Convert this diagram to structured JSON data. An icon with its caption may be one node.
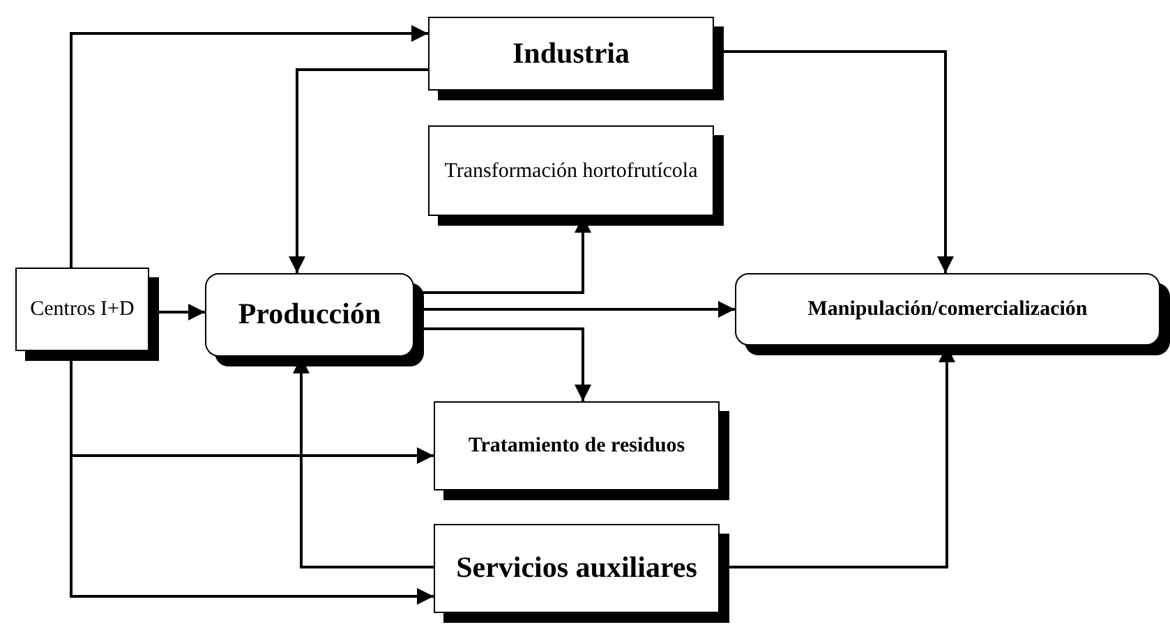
{
  "diagram": {
    "nodes": [
      {
        "text": [
          "Industria"
        ]
      },
      {
        "text": [
          "Transformación hortofrutícola"
        ]
      },
      {
        "text": [
          "Centros I+D"
        ]
      },
      {
        "text": [
          "Producción"
        ]
      },
      {
        "text": [
          "Manipulación/comercialización"
        ]
      },
      {
        "text": [
          "Tratamiento de residuos"
        ]
      },
      {
        "text": [
          "Servicios auxiliares"
        ]
      }
    ],
    "edges": [
      {
        "from": 2,
        "to": 0,
        "arrow": "to"
      },
      {
        "from": 0,
        "to": 3,
        "arrow": "to"
      },
      {
        "from": 0,
        "to": 4,
        "arrow": "to"
      },
      {
        "from": 2,
        "to": 3,
        "arrow": "to"
      },
      {
        "from": 3,
        "to": 1,
        "arrow": "to"
      },
      {
        "from": 3,
        "to": 4,
        "arrow": "to"
      },
      {
        "from": 3,
        "to": 5,
        "arrow": "to"
      },
      {
        "from": 2,
        "to": 5,
        "arrow": "to"
      },
      {
        "from": 6,
        "to": 3,
        "arrow": "to"
      },
      {
        "from": 2,
        "to": 6,
        "arrow": "to"
      },
      {
        "from": 6,
        "to": 4,
        "arrow": "to"
      }
    ]
  }
}
